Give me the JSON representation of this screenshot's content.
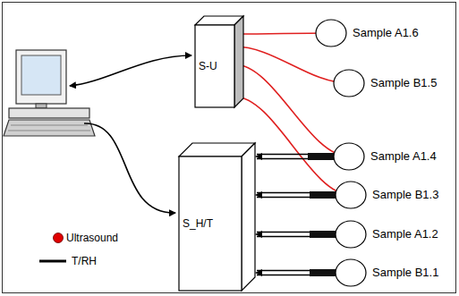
{
  "diagram": {
    "nodes": [
      {
        "text": [
          "S-U"
        ]
      },
      {
        "text": [
          "S_H/T"
        ]
      },
      {
        "text": [
          "Sample  A1.6"
        ]
      },
      {
        "text": [
          "Sample  B1.5"
        ]
      },
      {
        "text": [
          "Sample A1.4"
        ]
      },
      {
        "text": [
          "Sample B1.3"
        ]
      },
      {
        "text": [
          "Sample A1.2"
        ]
      },
      {
        "text": [
          "Sample B1.1"
        ]
      }
    ],
    "edges": [
      {
        "from": 0,
        "to": 2,
        "arrow": "none"
      },
      {
        "from": 0,
        "to": 3,
        "arrow": "none"
      },
      {
        "from": 0,
        "to": 4,
        "arrow": "none"
      },
      {
        "from": 0,
        "to": 5,
        "arrow": "none"
      },
      {
        "from": 4,
        "to": 1,
        "arrow": "to"
      },
      {
        "from": 5,
        "to": 1,
        "arrow": "to"
      },
      {
        "from": 6,
        "to": 1,
        "arrow": "to"
      },
      {
        "from": 7,
        "to": 1,
        "arrow": "to"
      }
    ],
    "legend": [
      {
        "text": "Ultrasound"
      },
      {
        "text": "T/RH"
      }
    ]
  }
}
